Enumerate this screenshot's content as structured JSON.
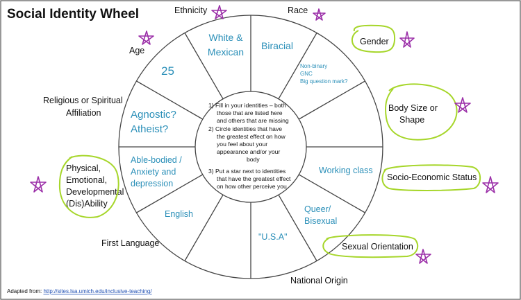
{
  "title": "Social Identity Wheel",
  "instructions": [
    "1)  Fill in your identities – both",
    "those that are listed here",
    "and others that are missing",
    "2)  Circle identities that have",
    "the greatest effect on how",
    "you feel about your",
    "appearance and/or your",
    "body",
    "3)  Put a star next to identities",
    "that have the greatest effect",
    "on how other perceive you"
  ],
  "labels": {
    "ethnicity": "Ethnicity",
    "race": "Race",
    "gender": "Gender",
    "body_size": [
      "Body Size or",
      "Shape"
    ],
    "ses": "Socio-Economic Status",
    "sexual_orientation": "Sexual Orientation",
    "national_origin": "National Origin",
    "first_language": "First Language",
    "ability": [
      "Physical,",
      "Emotional,",
      "Developmental",
      "(Dis)Ability"
    ],
    "religion": [
      "Religious or Spiritual",
      "Affiliation"
    ],
    "age": "Age"
  },
  "answers": {
    "ethnicity": [
      "White &",
      "Mexican"
    ],
    "race": "Biracial",
    "gender": [
      "Non-binary",
      "GNC",
      "Big question mark?"
    ],
    "ses": "Working class",
    "sexual_orientation": [
      "Queer/",
      "Bisexual"
    ],
    "national_origin": "\"U.S.A\"",
    "first_language": "English",
    "ability": [
      "Able-bodied /",
      "Anxiety and",
      "depression"
    ],
    "religion": [
      "Agnostic?",
      "Atheist?"
    ],
    "age": "25"
  },
  "credit": {
    "prefix": "Adapted from: ",
    "link": "http://sites.lsa.umich.edu/inclusive-teaching/"
  },
  "colors": {
    "ring_stroke": "#444444",
    "answer_text": "#2a8fb8",
    "circle_highlight": "#a6d62a",
    "star": "#9b2fa8"
  }
}
